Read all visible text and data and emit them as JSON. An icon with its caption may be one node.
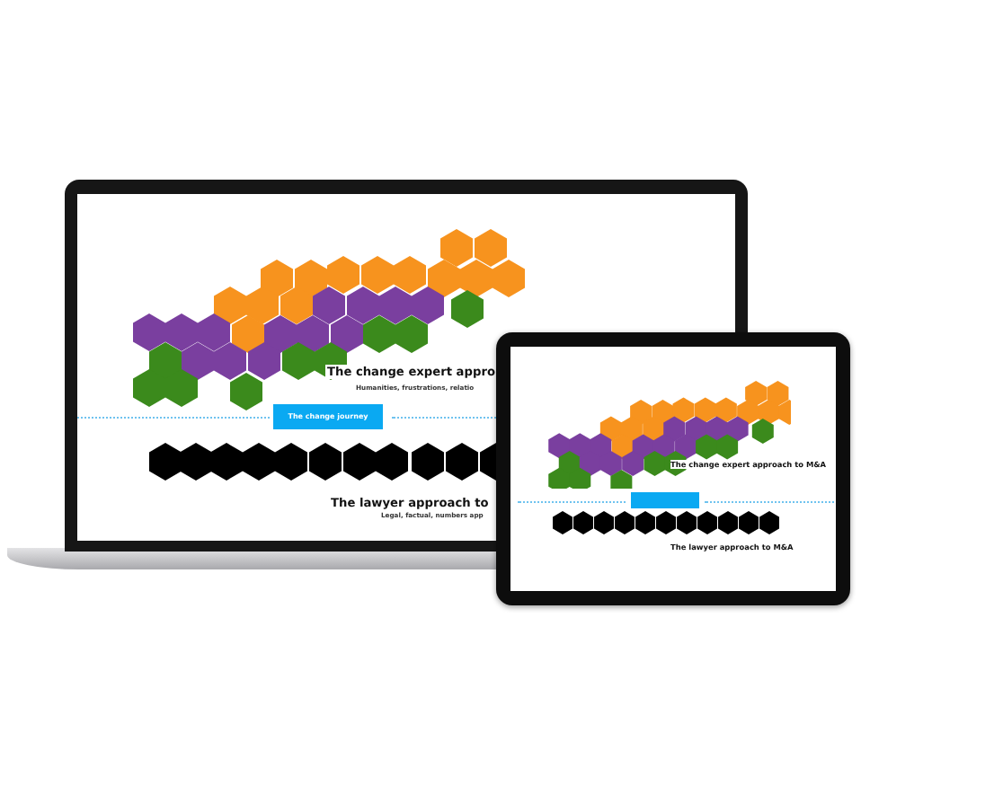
{
  "diagram": {
    "labels": [
      "The change expert appro",
      "Humanities, frustrations, relatio",
      "The change journey",
      "The lawyer approach to",
      "Legal, factual, numbers app",
      "The change expert approach to M&A",
      "The lawyer approach to M&A"
    ]
  }
}
